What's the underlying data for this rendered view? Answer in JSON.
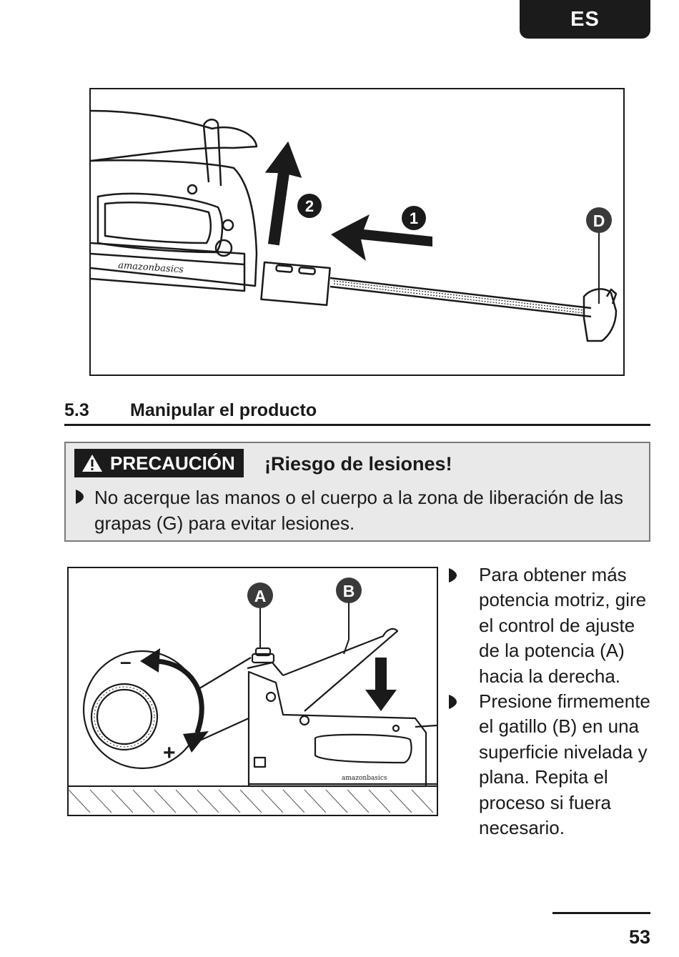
{
  "header": {
    "lang_tab": "ES"
  },
  "figure1": {
    "brand": "amazonbasics",
    "callouts": {
      "step1": "1",
      "step2": "2",
      "part_d": "D"
    }
  },
  "section": {
    "number": "5.3",
    "title": "Manipular el producto"
  },
  "caution": {
    "label": "PRECAUCIÓN",
    "headline": "¡Riesgo de lesiones!",
    "items": [
      "No acerque las manos o el cuerpo a la zona de liberación de las grapas (G) para evitar lesiones."
    ]
  },
  "figure2": {
    "brand": "amazonbasics",
    "callouts": {
      "part_a": "A",
      "part_b": "B"
    },
    "dial_minus": "–",
    "dial_plus": "+"
  },
  "instructions": [
    "Para obtener más potencia motriz, gire el control de ajuste de la potencia (A) hacia la derecha.",
    "Presione firmemente el gatillo (B) en una superficie nivelada y plana. Repita el proceso si fuera necesario."
  ],
  "footer": {
    "page_number": "53"
  }
}
